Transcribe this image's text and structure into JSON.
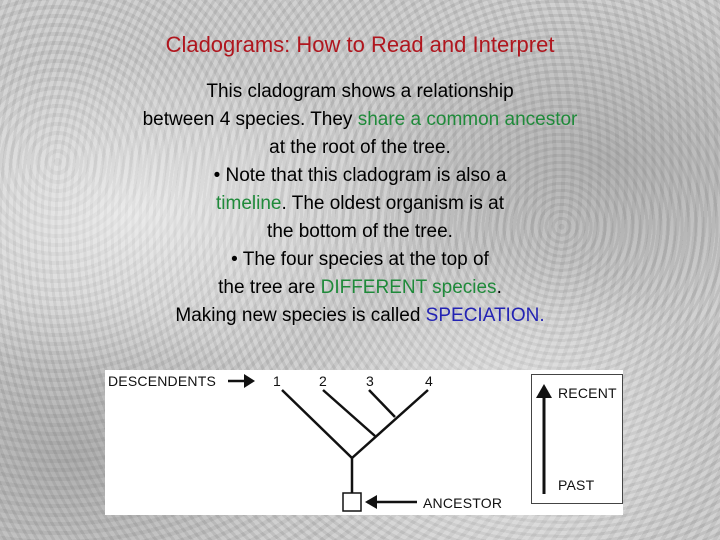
{
  "slide": {
    "title": "Cladograms: How to Read and Interpret",
    "paragraph": {
      "l1": "This cladogram shows a relationship",
      "l2a": "between 4 species. They ",
      "l2b": "share a common ancestor",
      "l3": "at the root of the tree.",
      "l4": "• Note that this cladogram is also a",
      "l5a": "timeline",
      "l5b": ". The oldest organism is at",
      "l6": "the bottom of the tree.",
      "l7": "• The four species at the top of",
      "l8a": "the tree are ",
      "l8b": "DIFFERENT species",
      "l8c": ".",
      "l9a": "Making new species is called ",
      "l9b": "SPECIATION."
    }
  },
  "diagram": {
    "descendents_label": "DESCENDENTS",
    "species": [
      "1",
      "2",
      "3",
      "4"
    ],
    "ancestor_label": "ANCESTOR",
    "recent_label": "RECENT",
    "past_label": "PAST"
  },
  "colors": {
    "title": "#b0161e",
    "highlight_green": "#1f8a3a",
    "highlight_blue": "#2323b4"
  }
}
